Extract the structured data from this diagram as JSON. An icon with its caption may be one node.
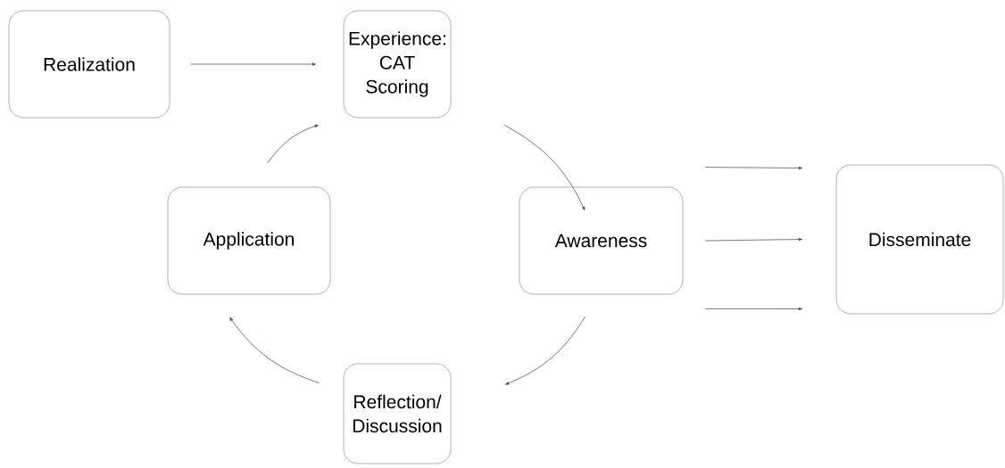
{
  "diagram": {
    "nodes": [
      {
        "text": [
          "Realization"
        ]
      },
      {
        "text": [
          "Experience: CAT Scoring"
        ]
      },
      {
        "text": [
          "Application"
        ]
      },
      {
        "text": [
          "Awareness"
        ]
      },
      {
        "text": [
          "Disseminate"
        ]
      },
      {
        "text": [
          "Reflection/ Discussion"
        ]
      }
    ],
    "edges": [
      {
        "from": 0,
        "to": 1,
        "arrow": "to"
      },
      {
        "from": 1,
        "to": 3,
        "arrow": "to"
      },
      {
        "from": 3,
        "to": 5,
        "arrow": "to"
      },
      {
        "from": 5,
        "to": 2,
        "arrow": "to"
      },
      {
        "from": 2,
        "to": 1,
        "arrow": "to"
      },
      {
        "from": 3,
        "to": 4,
        "arrow": "to"
      },
      {
        "from": 3,
        "to": 4,
        "arrow": "to"
      },
      {
        "from": 3,
        "to": 4,
        "arrow": "to"
      }
    ]
  }
}
